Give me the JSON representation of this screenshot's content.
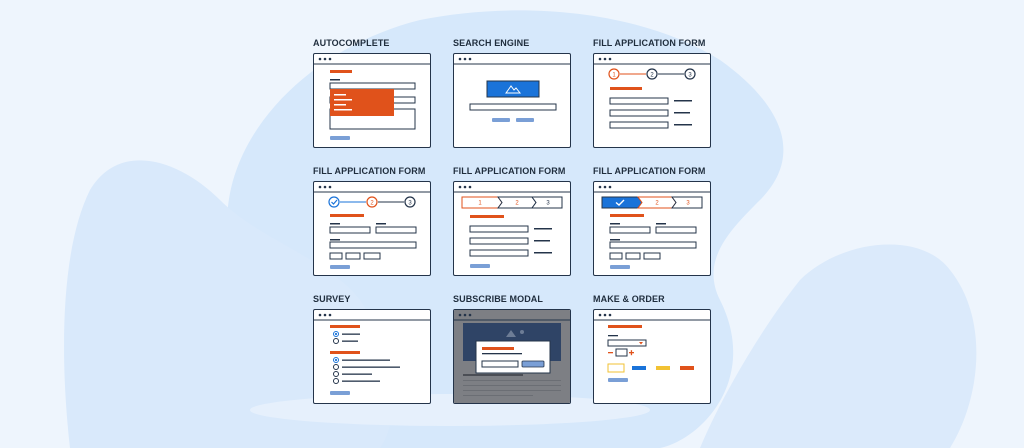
{
  "tiles": [
    {
      "title": "AUTOCOMPLETE",
      "icon": "autocomplete-wireframe-icon"
    },
    {
      "title": "SEARCH ENGINE",
      "icon": "search-engine-wireframe-icon"
    },
    {
      "title": "FILL APPLICATION FORM",
      "icon": "stepper-circles-wireframe-icon"
    },
    {
      "title": "FILL APPLICATION FORM",
      "icon": "stepper-circles-checked-wireframe-icon"
    },
    {
      "title": "FILL APPLICATION FORM",
      "icon": "stepper-arrows-wireframe-icon"
    },
    {
      "title": "FILL APPLICATION FORM",
      "icon": "stepper-arrows-checked-wireframe-icon"
    },
    {
      "title": "SURVEY",
      "icon": "survey-wireframe-icon"
    },
    {
      "title": "SUBSCRIBE MODAL",
      "icon": "subscribe-modal-wireframe-icon"
    },
    {
      "title": "MAKE & ORDER",
      "icon": "make-order-wireframe-icon"
    }
  ],
  "steps": {
    "one": "1",
    "two": "2",
    "three": "3"
  },
  "colors": {
    "accent": "#e0521b",
    "blue": "#1a73d9",
    "outline": "#24344a",
    "button": "#7a9fd6",
    "background_blob": "#cde2f9"
  }
}
